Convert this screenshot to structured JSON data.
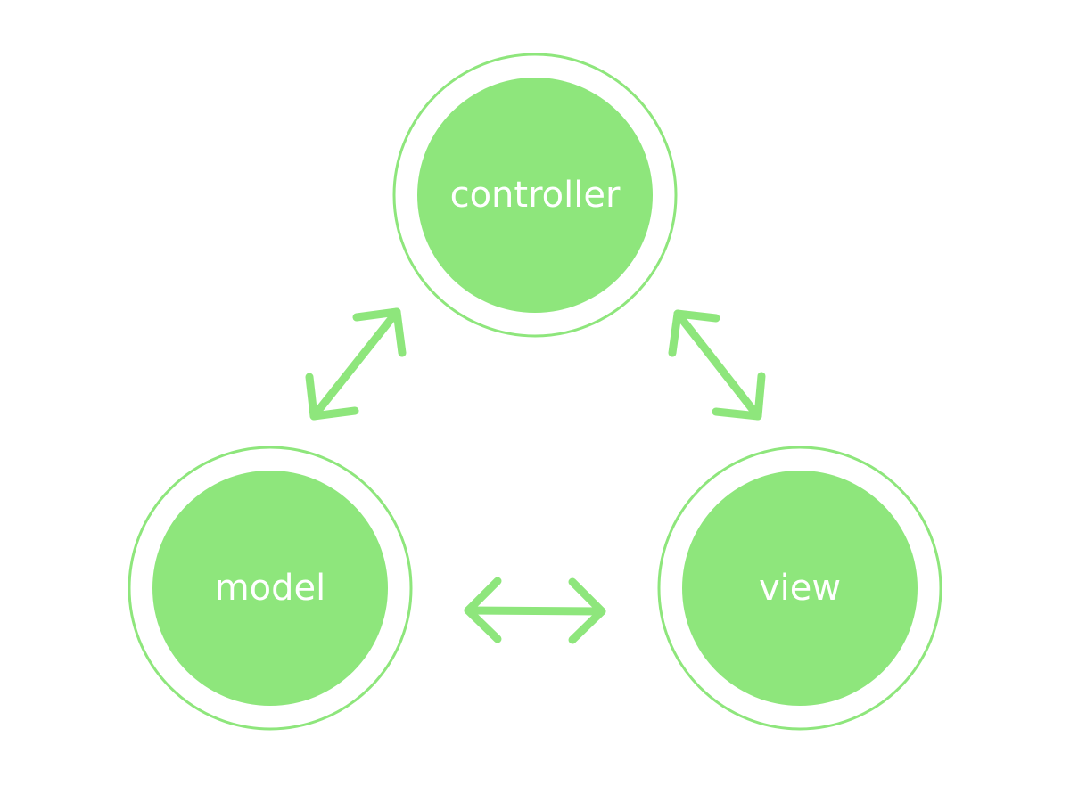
{
  "nodes": {
    "controller": {
      "label": "controller"
    },
    "model": {
      "label": "model"
    },
    "view": {
      "label": "view"
    }
  },
  "colors": {
    "accent": "#8EE67C",
    "text": "#ffffff",
    "background": "#ffffff"
  },
  "edges": [
    {
      "from": "model",
      "to": "controller",
      "direction": "bidirectional"
    },
    {
      "from": "controller",
      "to": "view",
      "direction": "bidirectional"
    },
    {
      "from": "model",
      "to": "view",
      "direction": "bidirectional"
    }
  ]
}
